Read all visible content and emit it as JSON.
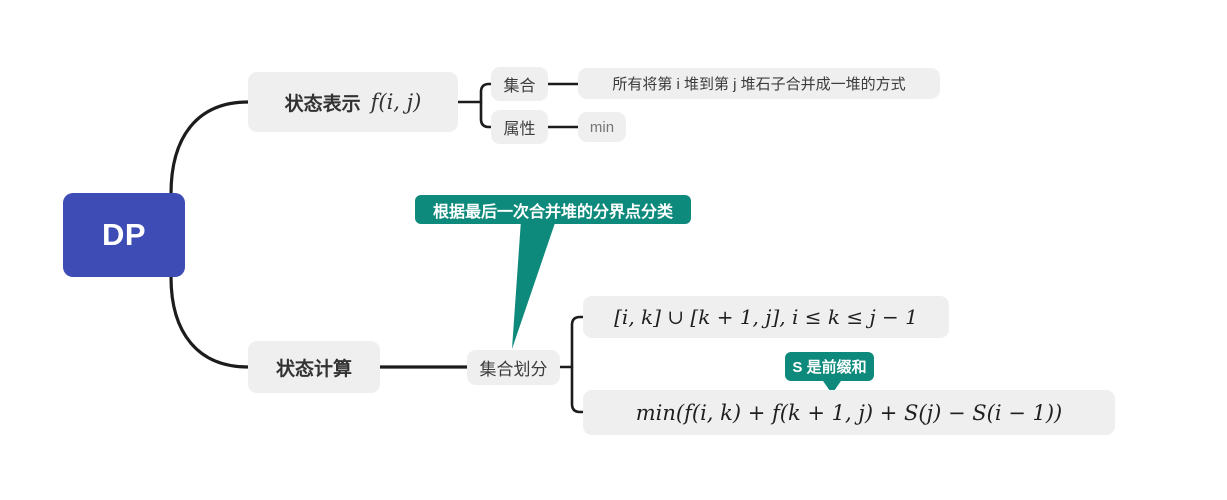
{
  "colors": {
    "root_bg": "#3d4db5",
    "node_bg": "#efefef",
    "callout_bg": "#0d8a7b",
    "line": "#1c1c1c",
    "text_dark": "#333333",
    "text_gray": "#757575",
    "text_white": "#ffffff"
  },
  "root": {
    "label": "DP"
  },
  "state_representation": {
    "label": "状态表示",
    "formula": "f(i, j)",
    "set": {
      "label": "集合",
      "value": "所有将第 i 堆到第 j 堆石子合并成一堆的方式"
    },
    "attribute": {
      "label": "属性",
      "value": "min"
    }
  },
  "state_computation": {
    "label": "状态计算",
    "partition": {
      "label": "集合划分",
      "callout": "根据最后一次合并堆的分界点分类",
      "case_interval": "[i, k] ∪ [k + 1, j], i ≤ k ≤ j − 1",
      "case_formula": "min(f(i, k) + f(k + 1, j) + S(j) − S(i − 1))",
      "formula_callout": "S 是前缀和"
    }
  }
}
